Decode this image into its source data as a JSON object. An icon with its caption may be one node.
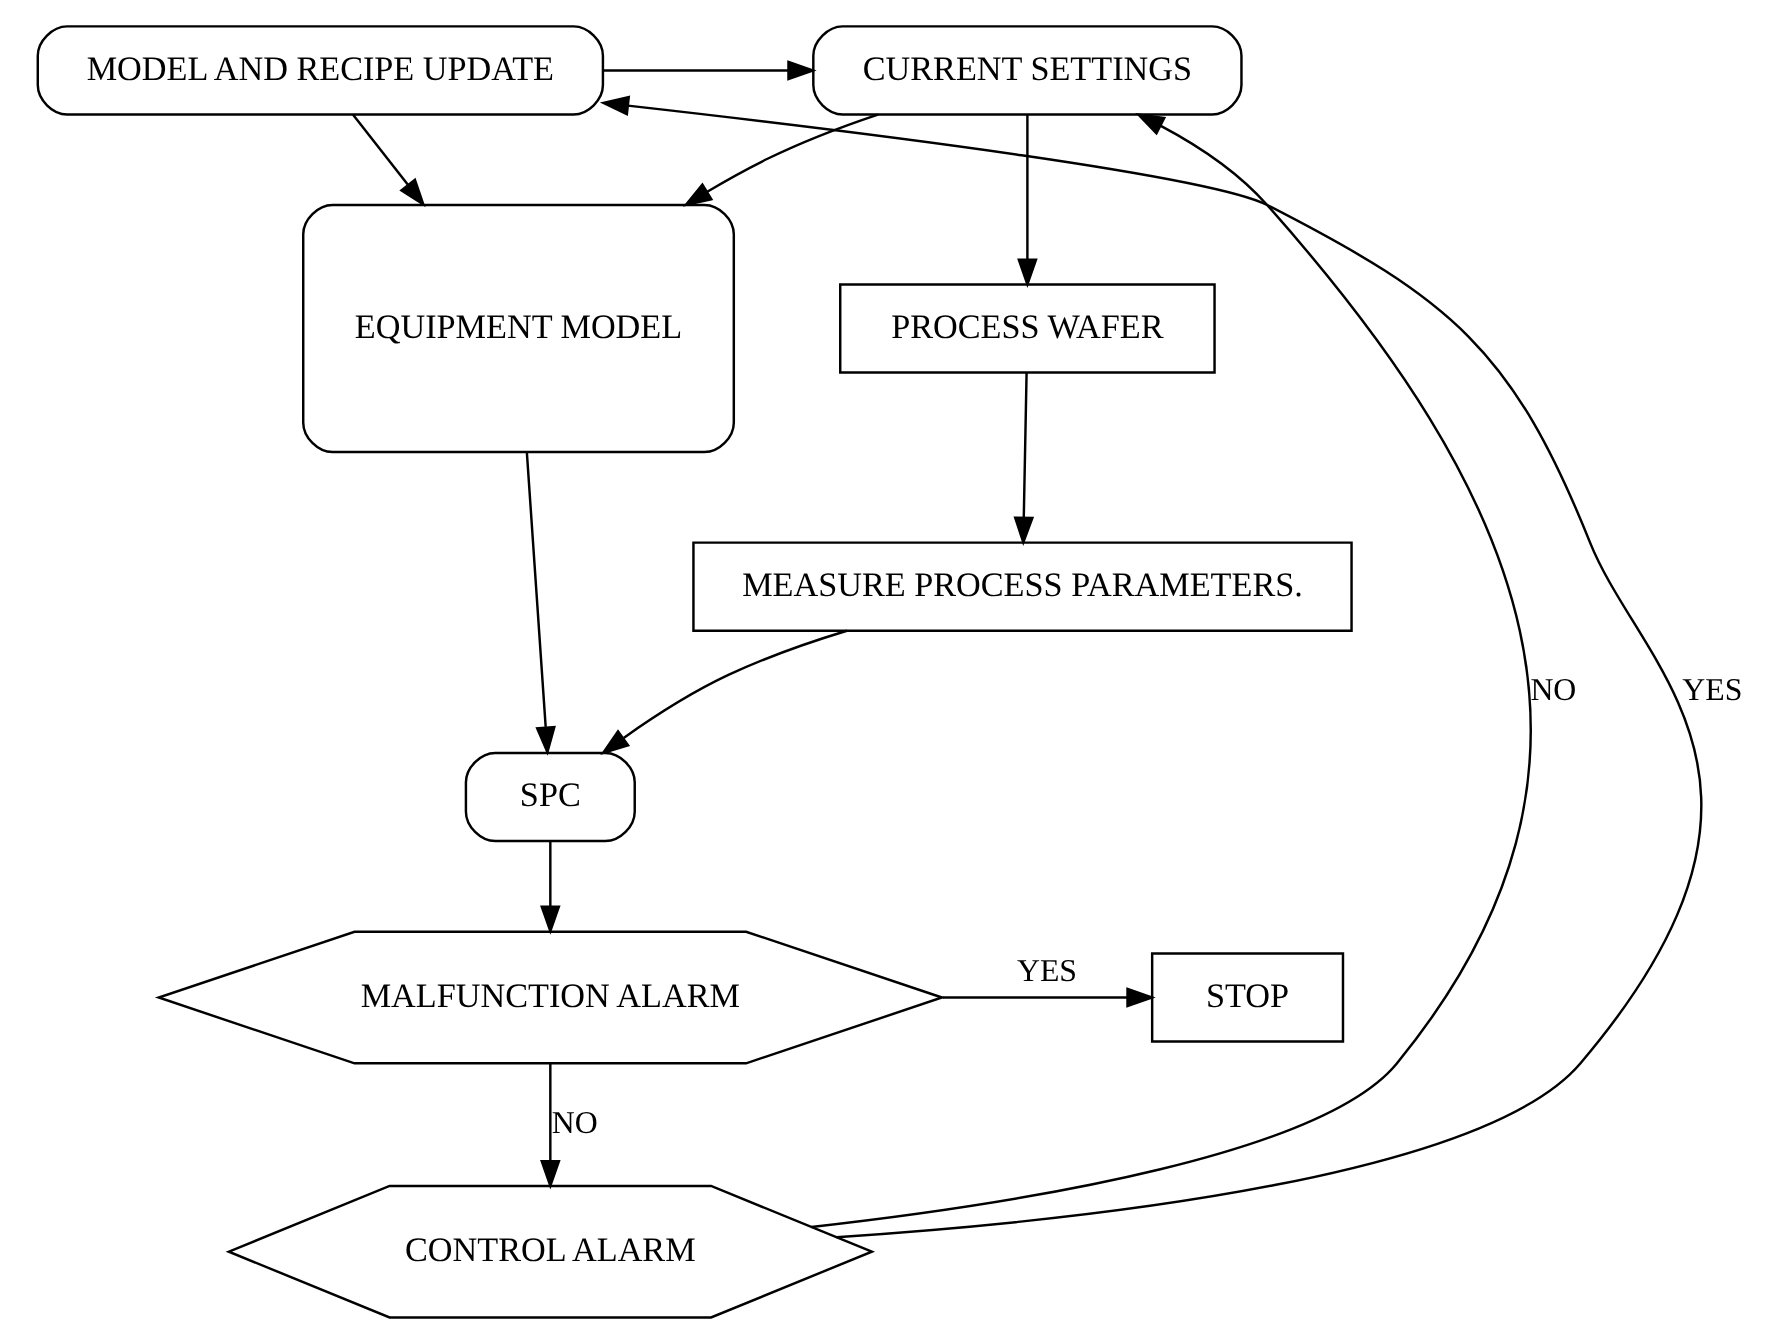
{
  "diagram": {
    "nodes": [
      {
        "text": [
          "CURRENT SETTINGS"
        ]
      },
      {
        "text": [
          "MODEL AND RECIPE UPDATE"
        ]
      },
      {
        "text": [
          "PROCESS WAFER"
        ]
      },
      {
        "text": [
          "EQUIPMENT MODEL"
        ]
      },
      {
        "text": [
          "MEASURE PROCESS PARAMETERS."
        ]
      },
      {
        "text": [
          "SPC"
        ]
      },
      {
        "text": [
          "MALFUNCTION ALARM"
        ]
      },
      {
        "text": [
          "STOP"
        ]
      },
      {
        "text": [
          "CONTROL ALARM"
        ]
      }
    ],
    "edges": [
      {
        "from": 1,
        "to": 0,
        "arrow": "to"
      },
      {
        "from": 0,
        "to": 2,
        "arrow": "to"
      },
      {
        "from": 0,
        "to": 3,
        "arrow": "to"
      },
      {
        "from": 1,
        "to": 3,
        "arrow": "to"
      },
      {
        "from": 2,
        "to": 4,
        "arrow": "to"
      },
      {
        "from": 4,
        "to": 5,
        "arrow": "to"
      },
      {
        "from": 3,
        "to": 5,
        "arrow": "to"
      },
      {
        "from": 5,
        "to": 6,
        "arrow": "to"
      },
      {
        "from": 6,
        "to": 7,
        "arrow": "to",
        "label": "YES"
      },
      {
        "from": 6,
        "to": 8,
        "arrow": "to",
        "label": "NO"
      },
      {
        "from": 8,
        "to": 0,
        "arrow": "to",
        "label": "NO"
      },
      {
        "from": 8,
        "to": 1,
        "arrow": "to",
        "label": "YES"
      }
    ]
  }
}
